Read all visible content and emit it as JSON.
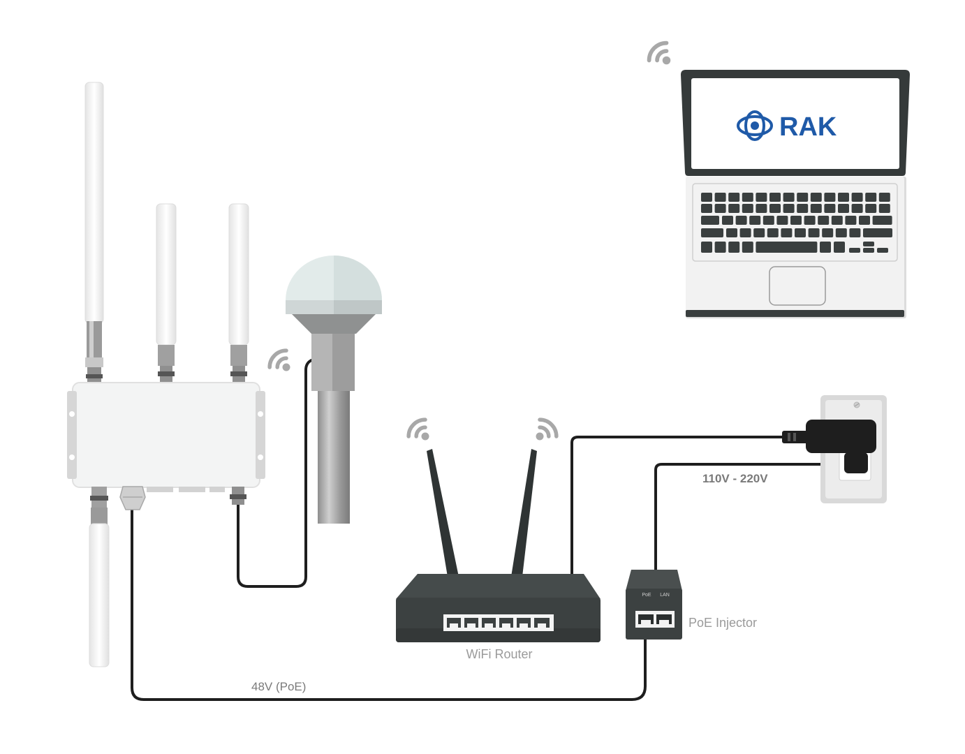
{
  "logo": {
    "brand": "RAK",
    "brand_color": "#1f5aa8"
  },
  "labels": {
    "router": "WiFi Router",
    "injector": "PoE Injector",
    "mains_voltage": "110V - 220V",
    "poe_voltage": "48V (PoE)",
    "injector_port_poe": "PoE",
    "injector_port_lan": "LAN"
  },
  "colors": {
    "cable": "#1e1e1e",
    "label_gray": "#9a9a9a",
    "voltage_gray": "#7a7a7a",
    "wifi_gray": "#a8a8a8",
    "device_dark": "#3c4141"
  },
  "icons": {
    "wifi_signal": "wifi-icon",
    "logo_mark": "rak-logo-mark-icon"
  }
}
